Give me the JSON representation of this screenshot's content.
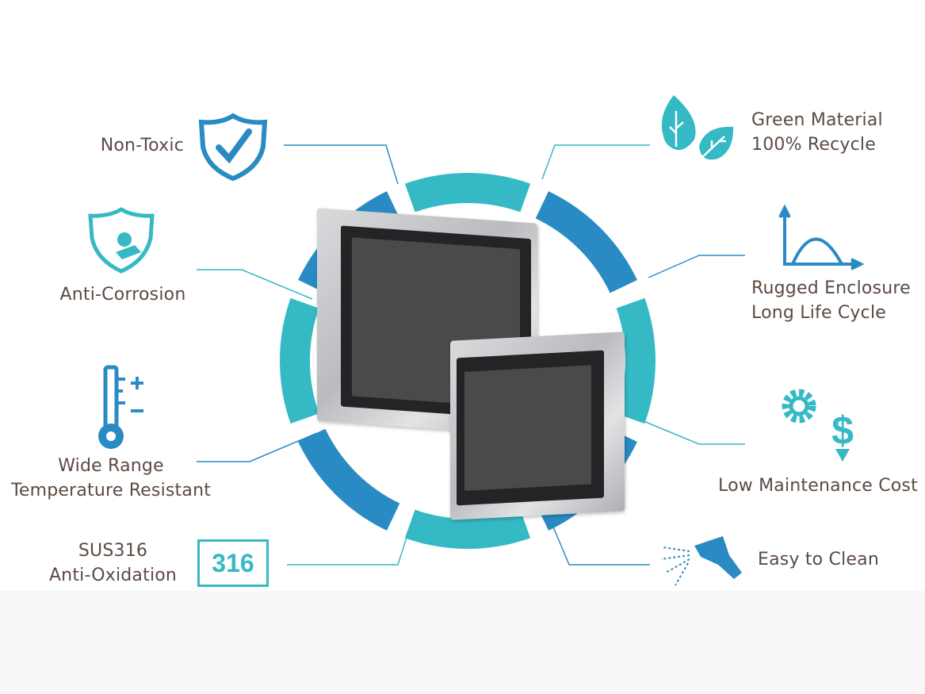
{
  "colors": {
    "teal": "#35b9c4",
    "blue": "#2a8bc4",
    "text": "#5b4a42"
  },
  "features": {
    "non_toxic": {
      "label": "Non-Toxic",
      "icon": "shield-check-icon"
    },
    "anti_corrosion": {
      "label": "Anti-Corrosion",
      "icon": "shield-splash-icon"
    },
    "temperature": {
      "line1": "Wide Range",
      "line2": "Temperature Resistant",
      "icon": "thermometer-icon"
    },
    "sus316": {
      "line1": "SUS316",
      "line2": "Anti-Oxidation",
      "badge": "316"
    },
    "green": {
      "line1": "Green Material",
      "line2": "100% Recycle",
      "icon": "leaf-icon"
    },
    "rugged": {
      "line1": "Rugged Enclosure",
      "line2": "Long Life Cycle",
      "icon": "life-curve-icon"
    },
    "maintenance": {
      "label": "Low Maintenance Cost",
      "icon": "gear-dollar-icon"
    },
    "clean": {
      "label": "Easy to Clean",
      "icon": "spray-bottle-icon"
    }
  }
}
